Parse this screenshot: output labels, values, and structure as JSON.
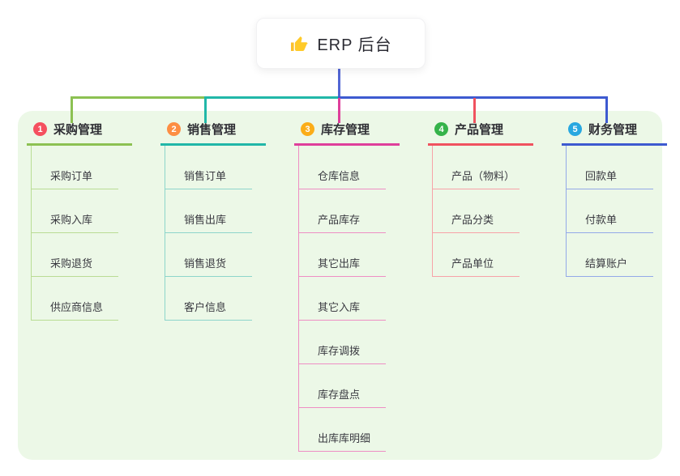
{
  "canvas": {
    "panel_bg": "#ecf8e7",
    "page_bg": "#ffffff"
  },
  "connector": {
    "root_drop": "#5266d4"
  },
  "root": {
    "icon": "thumbs-up-icon",
    "label": "ERP 后台"
  },
  "branches": [
    {
      "num": "1",
      "label": "采购管理",
      "badge_color": "#f5505f",
      "line_color": "#8cc152",
      "child_line_color": "#b9dc94",
      "children": [
        "采购订单",
        "采购入库",
        "采购退货",
        "供应商信息"
      ]
    },
    {
      "num": "2",
      "label": "销售管理",
      "badge_color": "#fd8e43",
      "line_color": "#21b7a8",
      "child_line_color": "#8dd5cb",
      "children": [
        "销售订单",
        "销售出库",
        "销售退货",
        "客户信息"
      ]
    },
    {
      "num": "3",
      "label": "库存管理",
      "badge_color": "#fbad18",
      "line_color": "#df3f9b",
      "child_line_color": "#ee8ec4",
      "children": [
        "仓库信息",
        "产品库存",
        "其它出库",
        "其它入库",
        "库存调拨",
        "库存盘点",
        "出库库明细"
      ]
    },
    {
      "num": "4",
      "label": "产品管理",
      "badge_color": "#35b34a",
      "line_color": "#f0525f",
      "child_line_color": "#f7a2a8",
      "children": [
        "产品（物料）",
        "产品分类",
        "产品单位"
      ]
    },
    {
      "num": "5",
      "label": "财务管理",
      "badge_color": "#28a8e0",
      "line_color": "#3d5ad0",
      "child_line_color": "#93a9e8",
      "children": [
        "回款单",
        "付款单",
        "结算账户"
      ]
    }
  ]
}
